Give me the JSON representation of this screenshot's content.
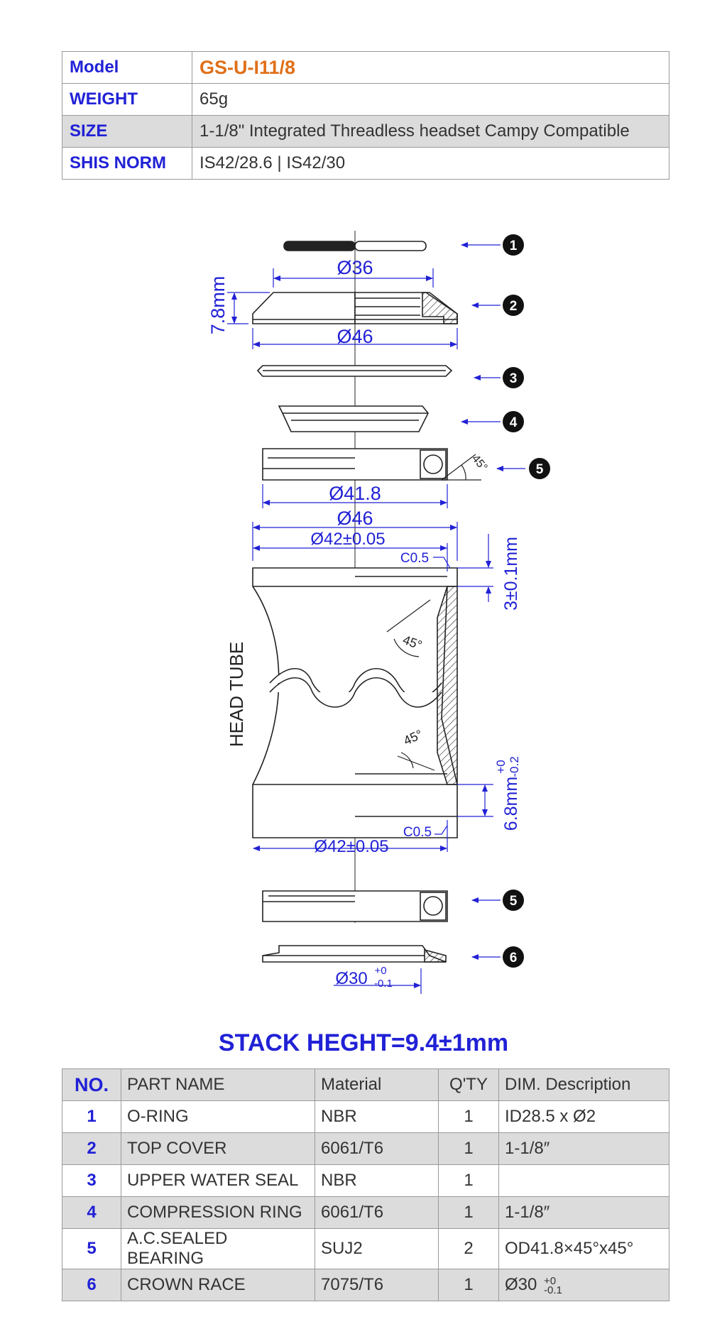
{
  "spec": {
    "model_label": "Model",
    "model_value": "GS-U-I11/8",
    "weight_label": "WEIGHT",
    "weight_value": "65g",
    "size_label": "SIZE",
    "size_value": "1-1/8\" Integrated Threadless headset Campy Compatible",
    "norm_label": "SHIS NORM",
    "norm_value": "IS42/28.6 | IS42/30"
  },
  "diagram": {
    "dim_top_cover_inner": "Ø36",
    "dim_top_cover_height": "7.8mm",
    "dim_top_cover_outer": "Ø46",
    "dim_bearing_od": "Ø41.8",
    "angle_bearing": "45°",
    "dim_cup_outer": "Ø46",
    "dim_cup_bore_top": "Ø42±0.05",
    "chamfer_top": "C0.5",
    "dim_cup_depth_top": "3±0.1mm",
    "angle_top": "45°",
    "head_tube_label": "HEAD TUBE",
    "angle_bottom": "45°",
    "dim_cup_depth_bottom": "6.8mm",
    "tol_bottom_plus": "+0",
    "tol_bottom_minus": "-0.2",
    "chamfer_bottom": "C0.5",
    "dim_cup_bore_bottom": "Ø42±0.05",
    "dim_crown_race": "Ø30",
    "tol_crown_plus": "+0",
    "tol_crown_minus": "-0.1",
    "callouts": [
      "1",
      "2",
      "3",
      "4",
      "5",
      "5",
      "6"
    ]
  },
  "stack_height": "STACK HEGHT=9.4±1mm",
  "parts": {
    "headers": [
      "NO.",
      "PART NAME",
      "Material",
      "Q'TY",
      "DIM. Description"
    ],
    "rows": [
      [
        "1",
        "O-RING",
        "NBR",
        "1",
        "ID28.5 x Ø2"
      ],
      [
        "2",
        "TOP COVER",
        "6061/T6",
        "1",
        "1-1/8″"
      ],
      [
        "3",
        "UPPER WATER SEAL",
        "NBR",
        "1",
        ""
      ],
      [
        "4",
        "COMPRESSION RING",
        "6061/T6",
        "1",
        "1-1/8″"
      ],
      [
        "5",
        "A.C.SEALED BEARING",
        "SUJ2",
        "2",
        "OD41.8×45°x45°"
      ],
      [
        "6",
        "CROWN RACE",
        "7075/T6",
        "1",
        "Ø30"
      ]
    ],
    "row6_tol_plus": "+0",
    "row6_tol_minus": "-0.1"
  },
  "colors": {
    "label_blue": "#2121d6",
    "model_orange": "#e0701a",
    "shade_gray": "#dcdcdc",
    "line_black": "#222222"
  }
}
